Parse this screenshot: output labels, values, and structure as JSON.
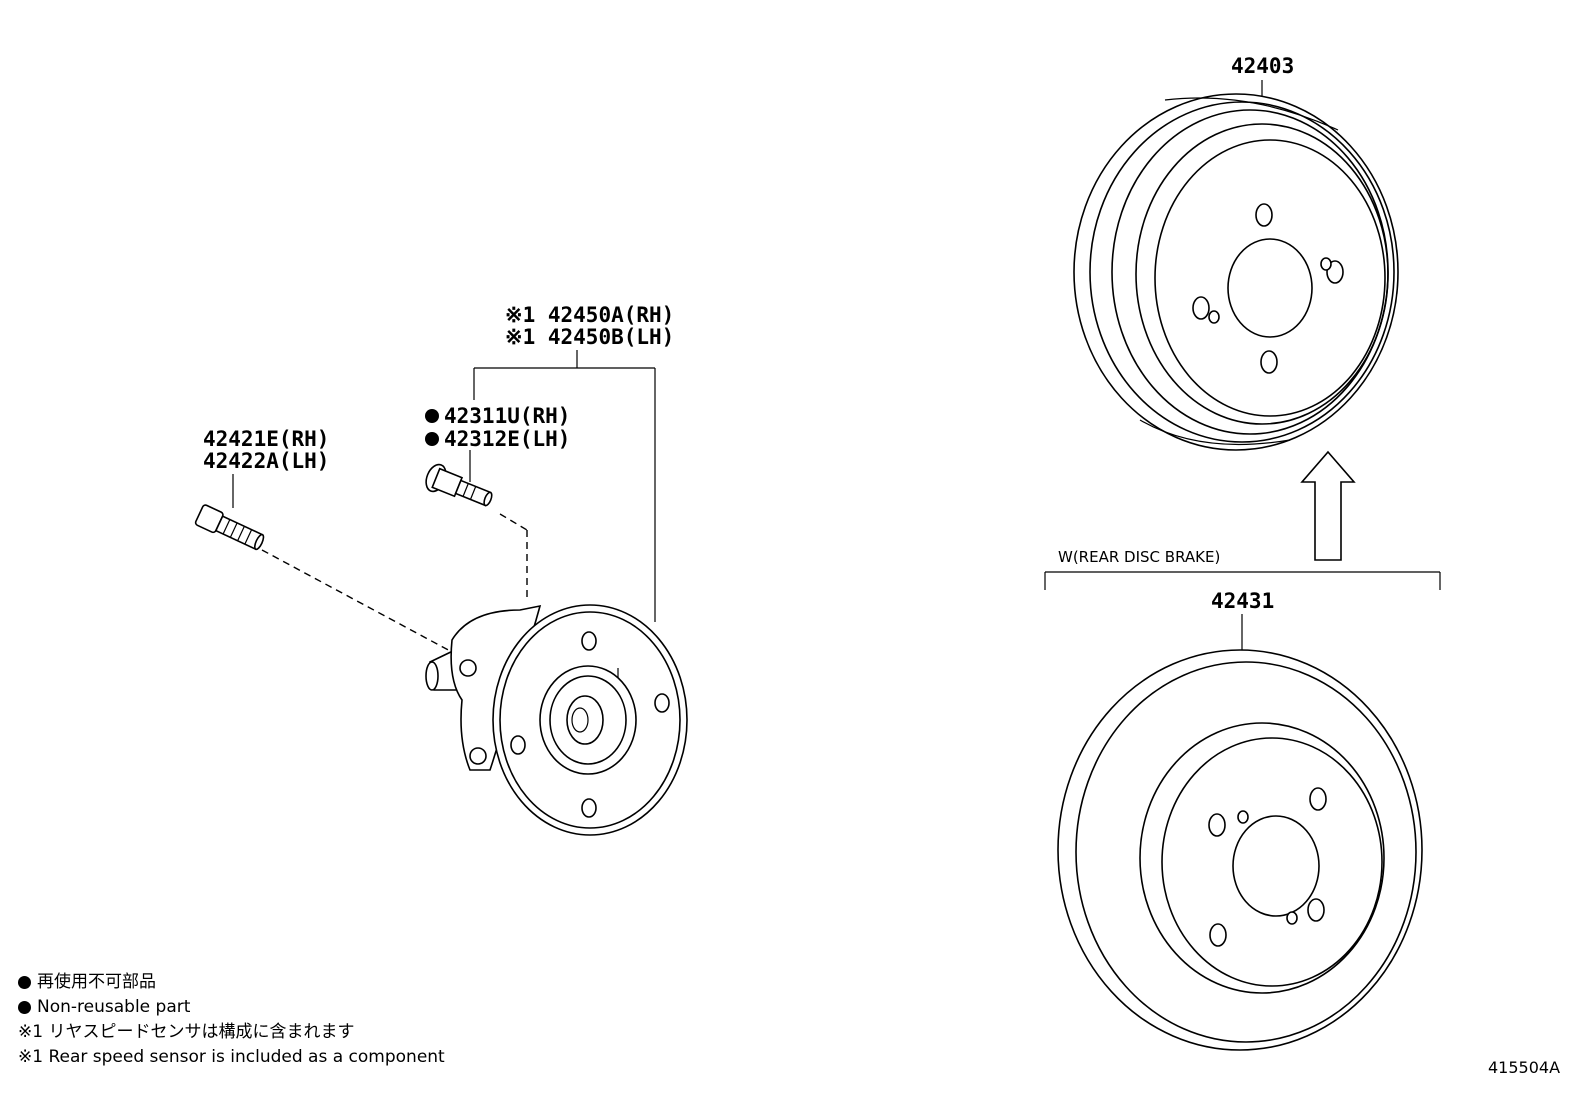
{
  "labels": {
    "hub_bolt_rh": "42421E(RH)",
    "hub_bolt_lh": "42422A(LH)",
    "stud_rh": "42311U(RH)",
    "stud_lh": "42312E(LH)",
    "hub_assy_rh": "※1 42450A(RH)",
    "hub_assy_lh": "※1 42450B(LH)",
    "drum": "42403",
    "disc": "42431",
    "disc_condition": "W(REAR DISC BRAKE)"
  },
  "legend": {
    "non_reusable_jp": "再使用不可部品",
    "non_reusable_en": "Non-reusable part",
    "note1_jp": "※1 リヤスピードセンサは構成に含まれます",
    "note1_en": "※1 Rear speed sensor is included as a component"
  },
  "illustration_id": "415504A"
}
